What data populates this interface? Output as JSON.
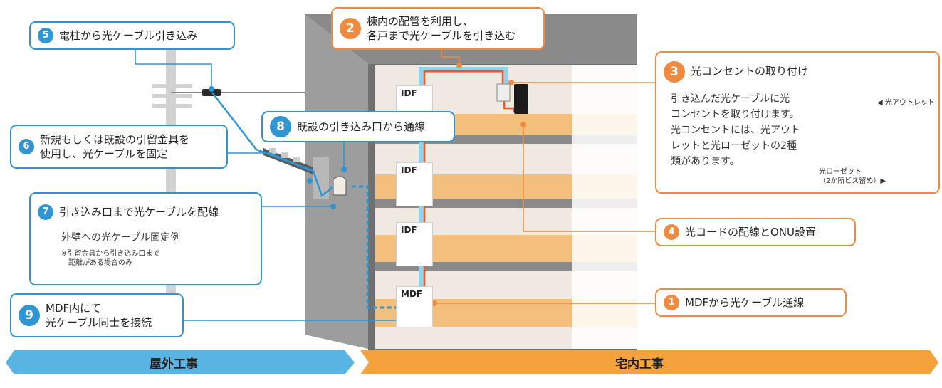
{
  "callouts": {
    "c1": {
      "num": "1",
      "text": "MDFから光ケーブル通線"
    },
    "c2": {
      "num": "2",
      "line1": "棟内の配管を利用し、",
      "line2": "各戸まで光ケーブルを引き込む"
    },
    "c3": {
      "num": "3",
      "title": "光コンセントの取り付け",
      "desc": "引き込んだ光ケーブルに光\nコンセントを取り付けます。\n光コンセントには、光アウト\nレットと光ローゼットの2種\n類があります。",
      "outlet_label": "◀ 光アウトレット",
      "rosette_label": "光ローゼット\n（2か所ビス留め）▶"
    },
    "c4": {
      "num": "4",
      "text": "光コードの配線とONU設置"
    },
    "c5": {
      "num": "5",
      "text": "電柱から光ケーブル引き込み"
    },
    "c6": {
      "num": "6",
      "line1": "新規もしくは既設の引留金具を",
      "line2": "使用し、光ケーブルを固定"
    },
    "c7": {
      "num": "7",
      "title": "引き込み口まで光ケーブルを配線",
      "sub": "外壁への光ケーブル固定例",
      "note": "※引留金具から引き込み口まで\n　距離がある場合のみ"
    },
    "c8": {
      "num": "8",
      "text": "既設の引き込み口から通線"
    },
    "c9": {
      "num": "9",
      "line1": "MDF内にて",
      "line2": "光ケーブル同士を接続"
    }
  },
  "floors": {
    "idf1": "IDF",
    "idf2": "IDF",
    "idf3": "IDF",
    "mdf": "MDF"
  },
  "bottom": {
    "outdoor": "屋外工事",
    "indoor": "宅内工事"
  },
  "colors": {
    "blue": "#2f95d3",
    "orange": "#f08a3e",
    "outdoor_arrow": "#59b4e4",
    "indoor_arrow": "#f3a23c"
  }
}
